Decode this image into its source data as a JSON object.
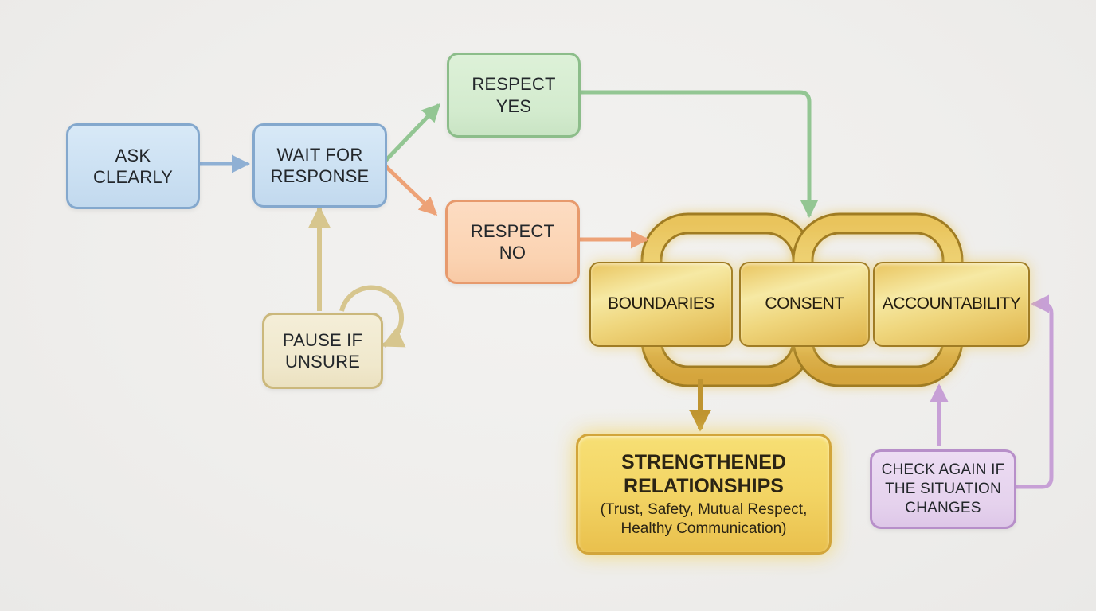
{
  "canvas": {
    "background": "#efeeec"
  },
  "nodes": {
    "ask_clearly": {
      "label": "ASK\nCLEARLY",
      "fill": "#cbe0f2",
      "border": "#84a8cd"
    },
    "wait_for_response": {
      "label": "WAIT FOR\nRESPONSE",
      "fill": "#cbe0f2",
      "border": "#84a8cd"
    },
    "respect_yes": {
      "label": "RESPECT\nYES",
      "fill": "#d3ebce",
      "border": "#8cbd8a"
    },
    "respect_no": {
      "label": "RESPECT\nNO",
      "fill": "#fbd3b2",
      "border": "#e79a6d"
    },
    "pause_if_unsure": {
      "label": "PAUSE IF\nUNSURE",
      "fill": "#f0e8cc",
      "border": "#cbb87c"
    },
    "boundaries": {
      "label": "BOUNDARIES",
      "fill": "#efd67d",
      "border": "#a07c24"
    },
    "consent": {
      "label": "CONSENT",
      "fill": "#efd67d",
      "border": "#a07c24"
    },
    "accountability": {
      "label": "ACCOUNTABILITY",
      "fill": "#efd67d",
      "border": "#a07c24"
    },
    "strengthened_relationships": {
      "title": "STRENGTHENED\nRELATIONSHIPS",
      "subtitle": "(Trust, Safety, Mutual Respect,\nHealthy Communication)",
      "fill": "#f3d565",
      "border": "#d2a53a"
    },
    "check_again": {
      "label": "CHECK AGAIN IF\nTHE SITUATION\nCHANGES",
      "fill": "#e5d2ed",
      "border": "#b78fc9"
    }
  },
  "chain": {
    "band_color": "#e9c65c",
    "edge_color": "#a07c22",
    "links": 2
  },
  "edges": [
    {
      "name": "ask-to-wait",
      "color": "#8fb0d4",
      "style": "straight"
    },
    {
      "name": "wait-to-respect-yes",
      "color": "#93c693",
      "style": "diagonal"
    },
    {
      "name": "wait-to-respect-no",
      "color": "#eda277",
      "style": "diagonal"
    },
    {
      "name": "respect-yes-to-chain",
      "color": "#93c693",
      "style": "elbow"
    },
    {
      "name": "respect-no-to-chain",
      "color": "#eda277",
      "style": "straight"
    },
    {
      "name": "pause-to-wait",
      "color": "#d7c68e",
      "style": "straight"
    },
    {
      "name": "pause-self-loop",
      "color": "#d7c68e",
      "style": "loop"
    },
    {
      "name": "chain-to-strengthened",
      "color": "#bf9430",
      "style": "straight"
    },
    {
      "name": "check-to-chain",
      "color": "#c7a0d6",
      "style": "straight"
    },
    {
      "name": "check-to-accountability",
      "color": "#c7a0d6",
      "style": "elbow"
    }
  ]
}
